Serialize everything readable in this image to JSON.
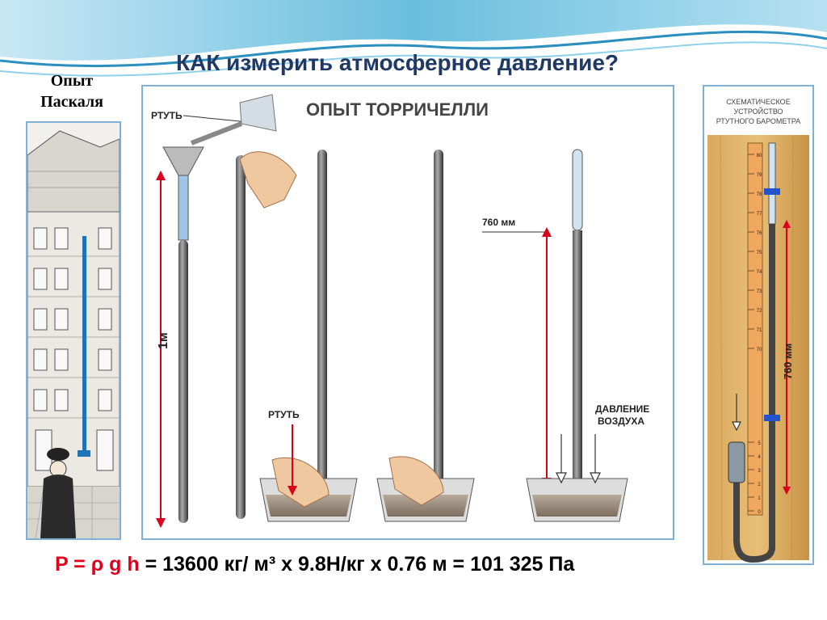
{
  "title": "КАК измерить атмосферное давление?",
  "pascal": {
    "caption_line1": "Опыт",
    "caption_line2": "Паскаля"
  },
  "torricelli": {
    "heading": "ОПЫТ ТОРРИЧЕЛЛИ",
    "label_mercury_top": "РТУТЬ",
    "label_mercury_bottom": "РТУТЬ",
    "label_length": "1м",
    "label_height": "760 мм",
    "label_pressure_line1": "ДАВЛЕНИЕ",
    "label_pressure_line2": "ВОЗДУХА"
  },
  "barometer": {
    "caption_line1": "СХЕМАТИЧЕСКОЕ",
    "caption_line2": "УСТРОЙСТВО",
    "caption_line3": "РТУТНОГО БАРОМЕТРА",
    "label_height": "760 мм",
    "scale_top": [
      "80",
      "79",
      "78",
      "77",
      "76",
      "75",
      "74",
      "73",
      "72",
      "71",
      "70"
    ],
    "scale_bottom": [
      "5",
      "4",
      "3",
      "2",
      "1",
      "0"
    ]
  },
  "formula": {
    "lhs": "P = ρ g h",
    "rhs": " = 13600 кг/ м³ х 9.8Н/кг х 0.76 м = 101 325 Па"
  },
  "colors": {
    "title": "#1f3864",
    "formula_lhs": "#e0001b",
    "panel_border": "#7fb0d8",
    "arrow": "#d9001b"
  }
}
